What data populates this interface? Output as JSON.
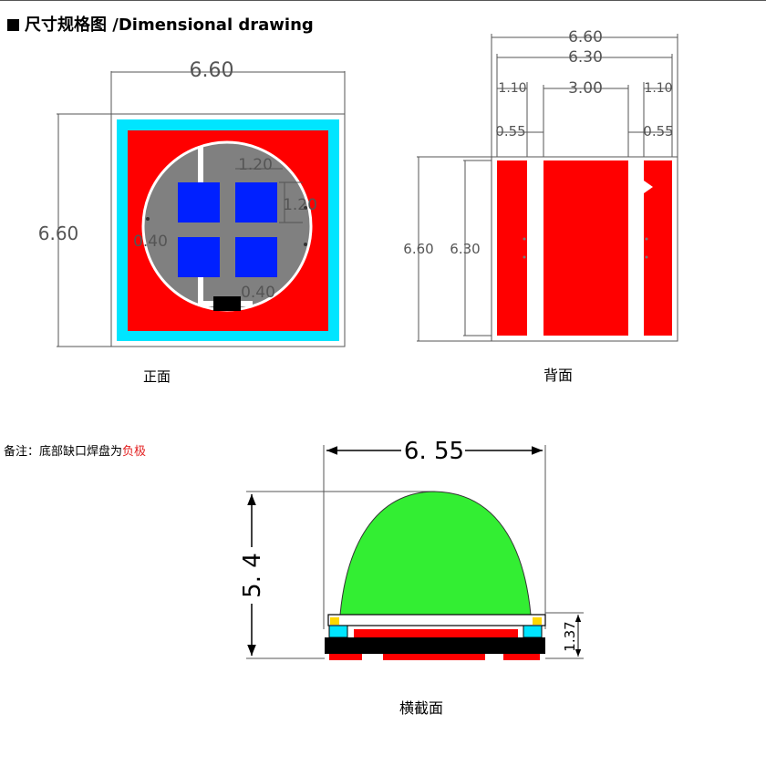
{
  "header": {
    "title": "尺寸规格图 /Dimensional drawing"
  },
  "front": {
    "caption": "正面",
    "width": "6.60",
    "height": "6.60",
    "pad_size": "1.20",
    "pad_size_v": "1.20",
    "gap_h": "0.40",
    "gap_v": "0.40"
  },
  "back": {
    "caption": "背面",
    "width_outer": "6.60",
    "width_inner": "6.30",
    "left_pad": "1.10",
    "center_pad": "3.00",
    "right_pad": "1.10",
    "left_gap": "0.55",
    "right_gap": "0.55",
    "height_outer": "6.60",
    "height_inner": "6.30"
  },
  "note": {
    "prefix": "备注：底部缺口焊盘为",
    "highlight": "负极"
  },
  "side": {
    "caption": "横截面",
    "width": "6. 55",
    "height": "5. 4",
    "base_height": "1.37"
  },
  "colors": {
    "pad_red": "#ff0000",
    "border_cyan": "#00e5ff",
    "pad_blue": "#0020ff",
    "lens_green": "#33ee33",
    "substrate_grey": "#808080"
  }
}
